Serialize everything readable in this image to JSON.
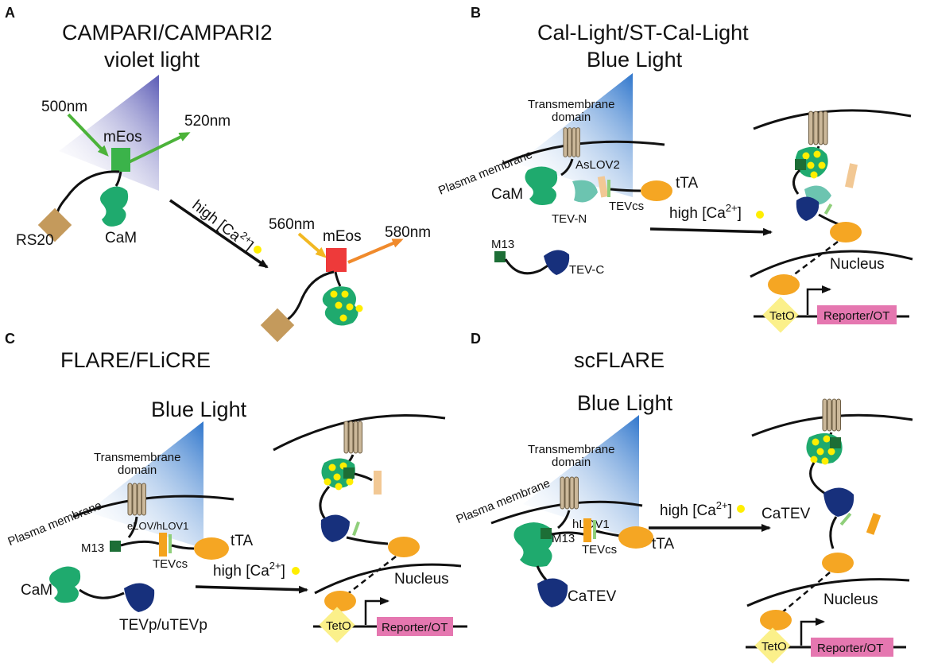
{
  "panels": {
    "a": {
      "letter": "A",
      "title_1": "CAMPARI/CAMPARI2",
      "title_2": "violet light",
      "wl_500": "500nm",
      "wl_520": "520nm",
      "meos": "mEos",
      "rs20": "RS20",
      "cam": "CaM",
      "high_ca": "high [Ca",
      "sup": "2+",
      "close": "]",
      "wl_560": "560nm",
      "meos2": "mEos",
      "wl_580": "580nm"
    },
    "b": {
      "letter": "B",
      "title_1": "Cal-Light/ST-Cal-Light",
      "title_2": "Blue Light",
      "tm_1": "Transmembrane",
      "tm_2": "domain",
      "plasma": "Plasma membrane",
      "aslov2": "AsLOV2",
      "cam": "CaM",
      "tta": "tTA",
      "tev_n": "TEV-N",
      "tevcs": "TEVcs",
      "high_ca": "high [Ca",
      "sup": "2+",
      "close": "]",
      "m13": "M13",
      "tev_c": "TEV-C",
      "nucleus": "Nucleus",
      "teto": "TetO",
      "reporter": "Reporter/OT"
    },
    "c": {
      "letter": "C",
      "title_1": "FLARE/FLiCRE",
      "title_2": "Blue Light",
      "tm_1": "Transmembrane",
      "tm_2": "domain",
      "plasma": "Plasma membrane",
      "elov": "eLOV/hLOV1",
      "m13": "M13",
      "tevcs": "TEVcs",
      "tta": "tTA",
      "cam": "CaM",
      "tevp": "TEVp/uTEVp",
      "high_ca": "high [Ca",
      "sup": "2+",
      "close": "]",
      "nucleus": "Nucleus",
      "teto": "TetO",
      "reporter": "Reporter/OT"
    },
    "d": {
      "letter": "D",
      "title_1": "scFLARE",
      "title_2": "Blue Light",
      "tm_1": "Transmembrane",
      "tm_2": "domain",
      "plasma": "Plasma membrane",
      "hlov1": "hLOV1",
      "m13": "M13",
      "tevcs": "TEVcs",
      "tta": "tTA",
      "catev": "CaTEV",
      "high_ca": "high [Ca",
      "sup": "2+",
      "close": "]",
      "catev2": "CaTEV",
      "nucleus": "Nucleus",
      "teto": "TetO",
      "reporter": "Reporter/OT"
    }
  },
  "colors": {
    "cam": "#1faa6e",
    "calcium": "#ffee00",
    "meos_green": "#3bb34a",
    "meos_red": "#ee3a3a",
    "rs20": "#c49a5c",
    "tev_n": "#6cc4b0",
    "tev_c": "#17307c",
    "tta": "#f5a623",
    "lov": "#f2c894",
    "lov_flare": "#f4a31d",
    "tevcs": "#8fcf7a",
    "m13": "#1d6e36",
    "teto": "#fbf08a",
    "reporter": "#e577b0",
    "transmembrane": "#cbb89a",
    "light_violet": "#6b6bc0",
    "light_blue": "#3b7fd0",
    "arrow_green": "#4cb33a",
    "arrow_yellow": "#f2b822",
    "arrow_orange": "#f08a2c"
  }
}
